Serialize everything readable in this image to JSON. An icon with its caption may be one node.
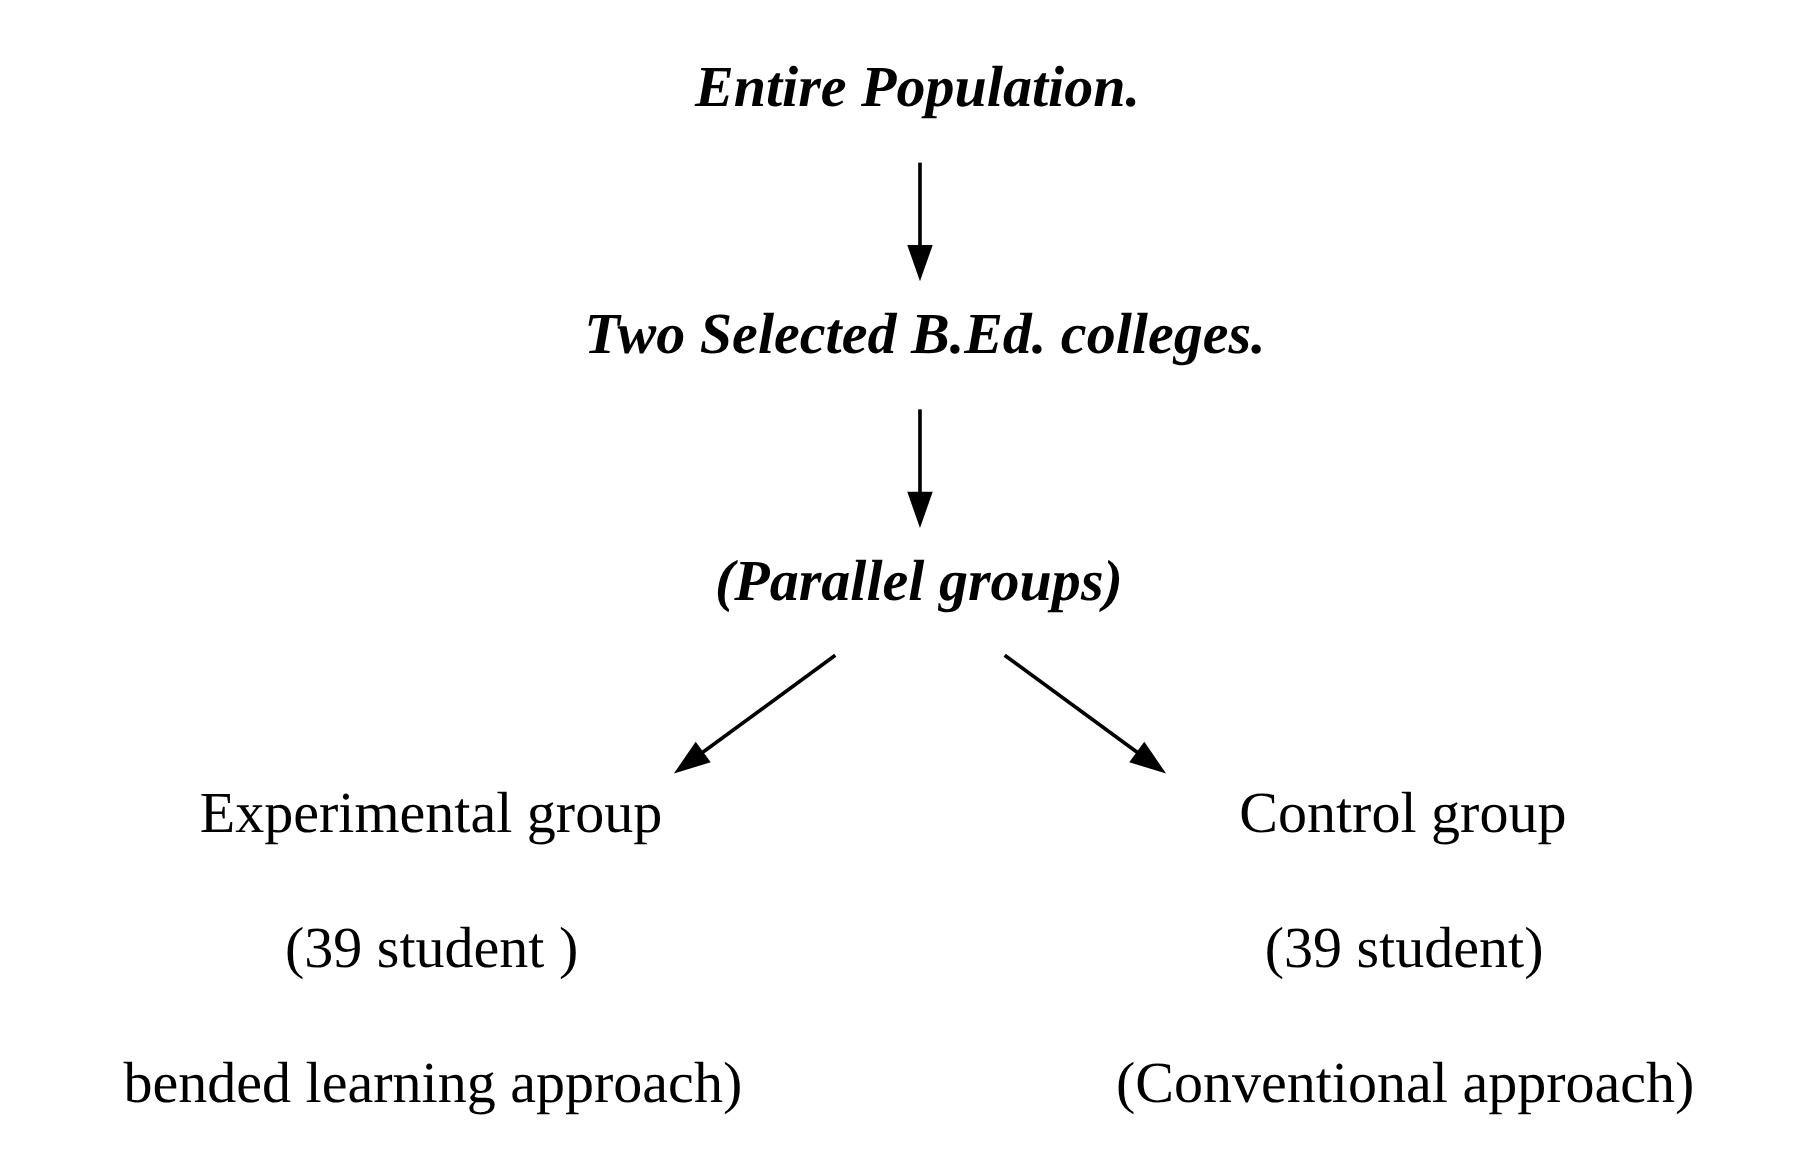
{
  "diagram": {
    "nodes": [
      {
        "text": [
          "Entire Population."
        ]
      },
      {
        "text": [
          "Two Selected B.Ed. colleges."
        ]
      },
      {
        "text": [
          "(Parallel groups)"
        ]
      },
      {
        "text": [
          "Experimental group",
          "(39 student )",
          "bended learning approach)"
        ]
      },
      {
        "text": [
          "Control group",
          "(39 student)",
          "(Conventional approach)"
        ]
      }
    ],
    "edges": [
      {
        "from": 0,
        "to": 1,
        "arrow": "to"
      },
      {
        "from": 1,
        "to": 2,
        "arrow": "to"
      },
      {
        "from": 2,
        "to": 3,
        "arrow": "to"
      },
      {
        "from": 2,
        "to": 4,
        "arrow": "to"
      }
    ]
  }
}
